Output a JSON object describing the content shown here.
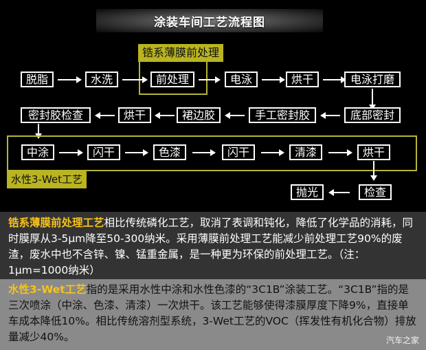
{
  "title": "涂装车间工艺流程图",
  "colors": {
    "background_top": "#000000",
    "box_border": "#ffffff",
    "olive_frame": "#b7b53a",
    "olive_label_bg": "#b9b420",
    "mid_panel": "#333333",
    "bottom_panel": "#8a8a8a",
    "highlight": "#f7c21b"
  },
  "groups": {
    "zr_pretreat_label": "锆系薄膜前处理",
    "waterborne_label": "水性3-Wet工艺"
  },
  "flow": {
    "row1": [
      "脱脂",
      "水洗",
      "前处理",
      "电泳",
      "烘干",
      "电泳打磨"
    ],
    "row2": [
      "密封胶检查",
      "烘干",
      "裙边胶",
      "手工密封胶",
      "底部密封"
    ],
    "row3": [
      "中涂",
      "闪干",
      "色漆",
      "闪干",
      "清漆",
      "烘干"
    ],
    "row4": [
      "抛光",
      "检查"
    ]
  },
  "notes": {
    "zr": {
      "highlight": "锆系薄膜前处理工艺",
      "text": "相比传统磷化工艺，取消了表调和钝化，降低了化学品的消耗，同时膜厚从3-5μm降至50-300纳米。采用薄膜前处理工艺能减少前处理工艺90%的废渣，废水中也不含锌、镍、锰重金属，是一种更为环保的前处理工艺。（注：1μm=1000纳米）"
    },
    "wet": {
      "highlight": "水性3-Wet工艺",
      "text": "指的是采用水性中涂和水性色漆的“3C1B”涂装工艺。“3C1B”指的是三次喷涂（中涂、色漆、清漆）一次烘干。该工艺能够使得漆膜厚度下降9%，直接单车成本降低10%。相比传统溶剂型系统，3-Wet工艺的VOC（挥发性有机化合物）排放量减少40%。"
    }
  },
  "watermark": "汽车之家"
}
